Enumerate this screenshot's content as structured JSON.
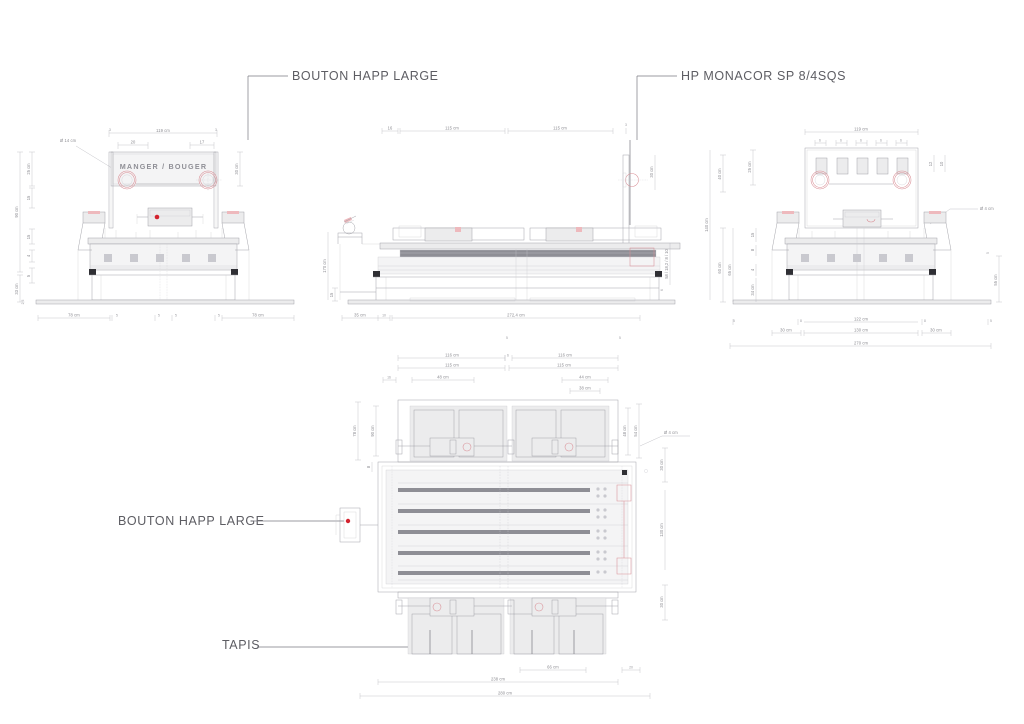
{
  "document": {
    "type": "technical-drawing",
    "title": "MANGER / BOUGER",
    "background_color": "#ffffff",
    "line_color": "#9b9ba2",
    "accent_color": "#d3232f",
    "dimension_text_color": "#8a8a90"
  },
  "callouts": [
    {
      "id": "bouton-top-left",
      "label": "BOUTON HAPP LARGE"
    },
    {
      "id": "hp-monacor",
      "label": "HP MONACOR SP 8/4SQS"
    },
    {
      "id": "bouton-plan",
      "label": "BOUTON HAPP LARGE"
    },
    {
      "id": "tapis",
      "label": "TAPIS"
    }
  ],
  "views": {
    "front_elevation": {
      "name": "Front elevation",
      "sign_text": "MANGER / BOUGER",
      "annotations": [
        {
          "text": "Ø 14 cm"
        }
      ],
      "dimensions_top": [
        {
          "text": "3"
        },
        {
          "text": "119 cm"
        },
        {
          "text": "3"
        },
        {
          "text": "20"
        },
        {
          "text": "17"
        }
      ],
      "dimensions_left": [
        {
          "text": "25 cm"
        },
        {
          "text": "15"
        },
        {
          "text": "90 cm"
        },
        {
          "text": "15"
        },
        {
          "text": "4"
        },
        {
          "text": "5"
        },
        {
          "text": "33 cm"
        },
        {
          "text": "2,5"
        }
      ],
      "dimensions_right": [
        {
          "text": "30 cm"
        }
      ],
      "dimensions_bottom": [
        {
          "text": "78 cm"
        },
        {
          "text": "5"
        },
        {
          "text": "5"
        },
        {
          "text": "5"
        },
        {
          "text": "5"
        },
        {
          "text": "78 cm"
        }
      ]
    },
    "side_elevation": {
      "name": "Side elevation",
      "dimensions_top": [
        {
          "text": "16"
        },
        {
          "text": "115 cm"
        },
        {
          "text": "115 cm"
        },
        {
          "text": "3"
        }
      ],
      "dimensions_left": [
        {
          "text": "15"
        },
        {
          "text": "170 cm"
        }
      ],
      "dimensions_right": [
        {
          "text": "30 cm"
        },
        {
          "text": "58 / 18,2 / 8 / 10"
        },
        {
          "text": "6"
        }
      ],
      "dimensions_bottom": [
        {
          "text": "35 cm"
        },
        {
          "text": "10"
        },
        {
          "text": "272,4 cm"
        },
        {
          "text": "5"
        },
        {
          "text": "5"
        }
      ]
    },
    "rear_elevation": {
      "name": "Rear elevation",
      "annotations": [
        {
          "text": "Ø 4 cm"
        }
      ],
      "dimensions_top": [
        {
          "text": "119 cm"
        },
        {
          "text": "6"
        },
        {
          "text": "6"
        },
        {
          "text": "6"
        },
        {
          "text": "6"
        },
        {
          "text": "6"
        }
      ],
      "dimensions_left": [
        {
          "text": "40 cm"
        },
        {
          "text": "25 cm"
        },
        {
          "text": "140 cm"
        },
        {
          "text": "60 cm"
        },
        {
          "text": "65 cm"
        },
        {
          "text": "15"
        },
        {
          "text": "8"
        },
        {
          "text": "4"
        },
        {
          "text": "34 cm"
        }
      ],
      "dimensions_right": [
        {
          "text": "12"
        },
        {
          "text": "10"
        },
        {
          "text": "5"
        },
        {
          "text": "55 cm"
        }
      ],
      "dimensions_bottom": [
        {
          "text": "5"
        },
        {
          "text": "8"
        },
        {
          "text": "122 cm"
        },
        {
          "text": "8"
        },
        {
          "text": "5"
        },
        {
          "text": "30 cm"
        },
        {
          "text": "130 cm"
        },
        {
          "text": "30 cm"
        },
        {
          "text": "270 cm"
        }
      ]
    },
    "plan": {
      "name": "Plan view",
      "annotations": [
        {
          "text": "Ø 4 cm"
        }
      ],
      "dimensions_top": [
        {
          "text": "116 cm"
        },
        {
          "text": "6"
        },
        {
          "text": "116 cm"
        },
        {
          "text": "115 cm"
        },
        {
          "text": "115 cm"
        },
        {
          "text": "16"
        },
        {
          "text": "48 cm"
        },
        {
          "text": "44 cm"
        },
        {
          "text": "38 cm"
        }
      ],
      "dimensions_left": [
        {
          "text": "78 cm"
        },
        {
          "text": "90 cm"
        },
        {
          "text": "8"
        }
      ],
      "dimensions_right": [
        {
          "text": "48 cm"
        },
        {
          "text": "54 cm"
        },
        {
          "text": "30 cm"
        },
        {
          "text": "130 cm"
        },
        {
          "text": "30 cm"
        }
      ],
      "dimensions_bottom": [
        {
          "text": "66 cm"
        },
        {
          "text": "20"
        },
        {
          "text": "238 cm"
        },
        {
          "text": "280 cm"
        }
      ]
    }
  }
}
